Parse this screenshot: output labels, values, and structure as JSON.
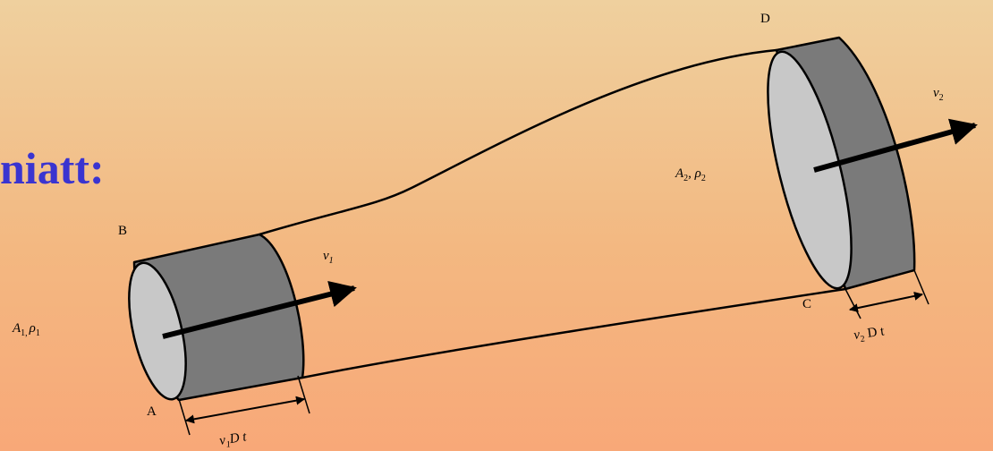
{
  "title": "niatt:",
  "labels": {
    "corner_a": "A",
    "corner_b": "B",
    "corner_c": "C",
    "corner_d": "D",
    "area_1": "A",
    "area_1_sub": "1,",
    "density_1": "ρ",
    "density_1_sub": "1",
    "area_2": "A",
    "area_2_sub": "2",
    "density_2": ", ρ",
    "density_2_sub": "2",
    "velocity_1": "v",
    "velocity_1_sub": "1",
    "velocity_2": "v",
    "velocity_2_sub": "2",
    "displacement_1_v": "v",
    "displacement_1_sub": "1",
    "displacement_1_rest": "D t",
    "displacement_2_v": "v",
    "displacement_2_sub": "2",
    "displacement_2_rest": " D t"
  },
  "colors": {
    "title": "#3a34d0",
    "cylinder_side": "#7a7a7a",
    "cylinder_face": "#c8c8c8",
    "outline": "#000000"
  }
}
